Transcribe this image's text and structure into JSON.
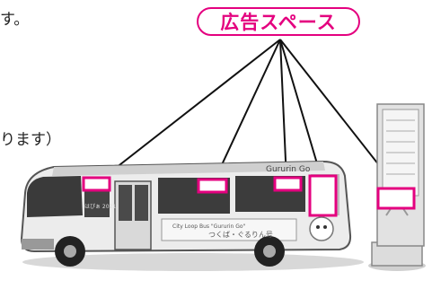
{
  "texts": {
    "fragment_top": "す。",
    "fragment_middle": "ります）",
    "ad_space_label": "広告スペース"
  },
  "bus": {
    "brand_text": "Gururin Go",
    "route_text": "City Loop Bus \"Gururin Go\"",
    "side_text": "つくば・ぐるりん号",
    "plate_text": "はぴぁ 2021"
  },
  "colors": {
    "accent": "#e4007f",
    "line": "#111111",
    "bus_body": "#e8e8e8",
    "window": "#3a3a3a"
  },
  "icons": [
    "mascot-icon"
  ]
}
